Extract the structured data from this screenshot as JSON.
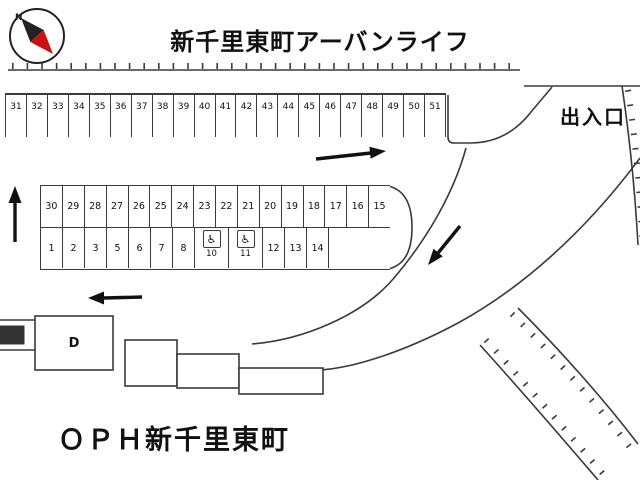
{
  "title": "新千里東町アーバンライフ",
  "labels": {
    "entrance": "出入口",
    "building_d": "D",
    "site_name": "ＯＰＨ新千里東町",
    "compass_n": "N"
  },
  "icons": {
    "wheelchair": "♿"
  },
  "parking": {
    "top_row": [
      "31",
      "32",
      "33",
      "34",
      "35",
      "36",
      "37",
      "38",
      "39",
      "40",
      "41",
      "42",
      "43",
      "44",
      "45",
      "46",
      "47",
      "48",
      "49",
      "50",
      "51"
    ],
    "middle_upper_row": [
      "30",
      "29",
      "28",
      "27",
      "26",
      "25",
      "24",
      "23",
      "22",
      "21",
      "20",
      "19",
      "18",
      "17",
      "16",
      "15"
    ],
    "middle_lower_row": [
      {
        "label": "1",
        "accessible": false
      },
      {
        "label": "2",
        "accessible": false
      },
      {
        "label": "3",
        "accessible": false
      },
      {
        "label": "5",
        "accessible": false
      },
      {
        "label": "6",
        "accessible": false
      },
      {
        "label": "7",
        "accessible": false
      },
      {
        "label": "8",
        "accessible": false
      },
      {
        "label": "10",
        "accessible": true
      },
      {
        "label": "11",
        "accessible": true
      },
      {
        "label": "12",
        "accessible": false
      },
      {
        "label": "13",
        "accessible": false
      },
      {
        "label": "14",
        "accessible": false
      }
    ]
  },
  "colors": {
    "line": "#3a3a3a",
    "text": "#111111",
    "compass_red": "#cc1111",
    "background": "#ffffff"
  }
}
